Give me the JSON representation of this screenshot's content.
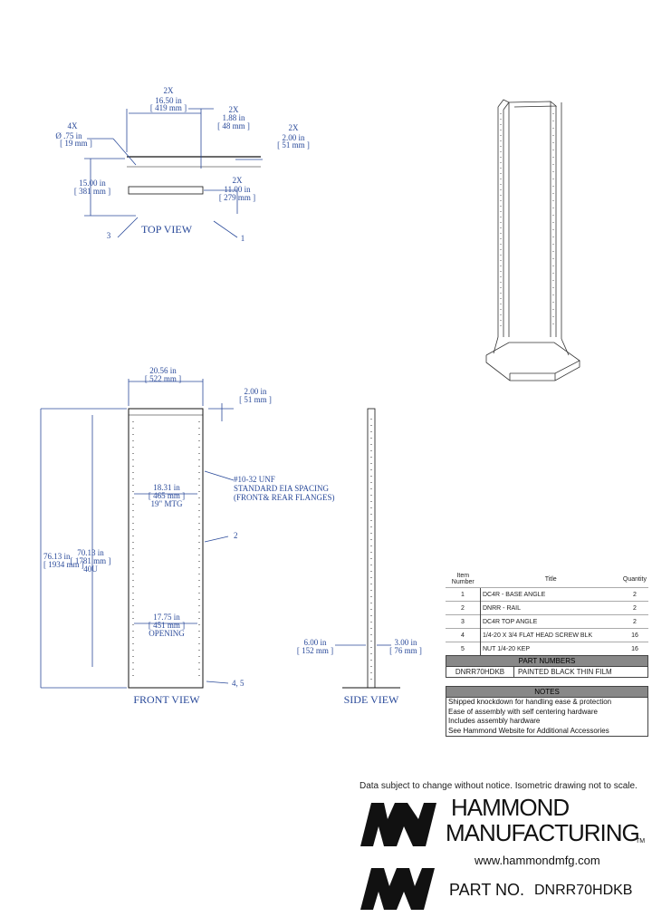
{
  "top_view": {
    "title": "TOP VIEW",
    "dim_2x_width": [
      "2X",
      "16.50 in",
      "[ 419 mm ]"
    ],
    "dim_2x_flange": [
      "2X",
      "1.88 in",
      "[ 48 mm ]"
    ],
    "dim_4x_hole": [
      "4X",
      "Ø .75 in",
      "[ 19 mm ]"
    ],
    "dim_2x_angle": [
      "2X",
      "2.00 in",
      "[ 51 mm ]"
    ],
    "dim_depth": [
      "15.00 in",
      "[ 381 mm ]"
    ],
    "dim_2x_base": [
      "2X",
      "11.00 in",
      "[ 279 mm ]"
    ],
    "callout_left": "3",
    "callout_right": "1"
  },
  "front_view": {
    "title": "FRONT VIEW",
    "dim_overall_width": [
      "20.56 in",
      "[ 522 mm ]"
    ],
    "dim_flange": [
      "2.00 in",
      "[ 51 mm ]"
    ],
    "dim_mtg": [
      "18.31 in",
      "[ 465 mm ]",
      "19\" MTG"
    ],
    "note_spacing": [
      "#10-32 UNF",
      "STANDARD EIA SPACING",
      "(FRONT& REAR FLANGES)"
    ],
    "callout_mid": "2",
    "dim_height": [
      "76.13 in",
      "[ 1934 mm ]"
    ],
    "dim_usable": [
      "70.13 in",
      "[ 1781 mm ]",
      "40U"
    ],
    "dim_opening": [
      "17.75 in",
      "[ 451 mm ]",
      "OPENING"
    ],
    "callout_bottom": "4, 5"
  },
  "side_view": {
    "title": "SIDE VIEW",
    "dim_left": [
      "6.00 in",
      "[ 152 mm ]"
    ],
    "dim_right": [
      "3.00 in",
      "[ 76 mm ]"
    ]
  },
  "bom": {
    "headers": [
      "Item Number",
      "Title",
      "Quantity"
    ],
    "rows": [
      {
        "item": "1",
        "title": "DC4R - BASE ANGLE",
        "qty": "2"
      },
      {
        "item": "2",
        "title": "DNRR - RAIL",
        "qty": "2"
      },
      {
        "item": "3",
        "title": "DC4R TOP ANGLE",
        "qty": "2"
      },
      {
        "item": "4",
        "title": "1/4-20 X 3/4 FLAT HEAD SCREW BLK",
        "qty": "16"
      },
      {
        "item": "5",
        "title": "NUT 1/4-20 KEP",
        "qty": "16"
      }
    ]
  },
  "part_numbers": {
    "header": "PART NUMBERS",
    "number": "DNRR70HDKB",
    "description": "PAINTED BLACK THIN FILM"
  },
  "notes": {
    "header": "NOTES",
    "items": [
      "Shipped knockdown for handling ease & protection",
      "Ease of assembly with self centering hardware",
      "Includes assembly hardware",
      "See Hammond Website for Additional Accessories"
    ]
  },
  "footer": {
    "disclaimer": "Data subject to change without notice. Isometric drawing not to scale.",
    "company_line1": "HAMMOND",
    "company_line2": "MANUFACTURING",
    "trademark": "TM",
    "website": "www.hammondmfg.com",
    "part_label": "PART NO.",
    "part_number": "DNRR70HDKB"
  },
  "colors": {
    "dimension_text": "#2a4a9a",
    "linework": "#111111",
    "table_header": "#888888"
  }
}
